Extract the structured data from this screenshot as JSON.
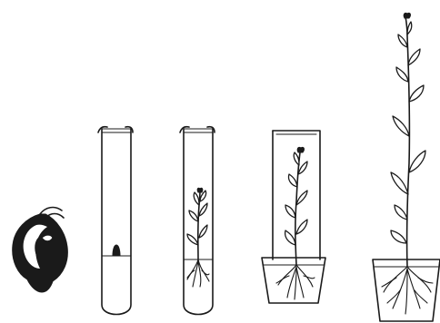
{
  "figure": {
    "stages": [
      {
        "name": "bulb-explant"
      },
      {
        "name": "test-tube-explant-on-medium"
      },
      {
        "name": "test-tube-plantlet"
      },
      {
        "name": "potted-plantlet-under-cover"
      },
      {
        "name": "mature-potted-plant"
      }
    ],
    "colors": {
      "ink": "#1a1a1a",
      "background": "#ffffff"
    }
  }
}
